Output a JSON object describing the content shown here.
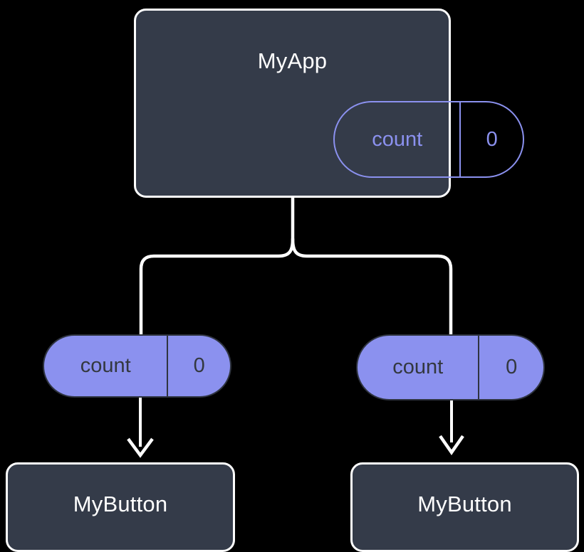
{
  "diagram": {
    "type": "component-tree",
    "title": "",
    "colors": {
      "canvas_background": "#000000",
      "component_fill": "#343b49",
      "component_border": "#ffffff",
      "component_text": "#ffffff",
      "state_accent": "#8b91ef",
      "pill_text_on_fill": "#33383f",
      "connector": "#ffffff"
    }
  },
  "root": {
    "name": "MyApp",
    "state": {
      "key": "count",
      "value": "0"
    }
  },
  "children": [
    {
      "prop": {
        "key": "count",
        "value": "0"
      },
      "component": {
        "name": "MyButton"
      }
    },
    {
      "prop": {
        "key": "count",
        "value": "0"
      },
      "component": {
        "name": "MyButton"
      }
    }
  ]
}
